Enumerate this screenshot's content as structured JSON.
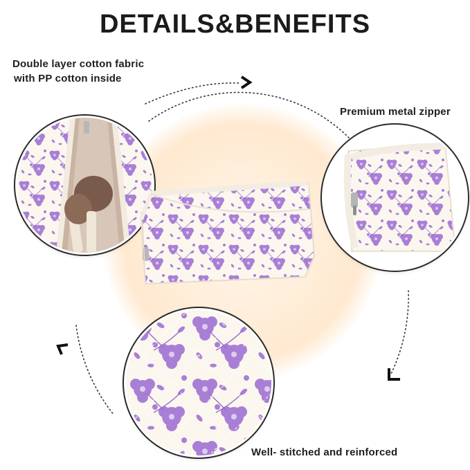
{
  "title": "DETAILS&BENEFITS",
  "captions": {
    "fabric_line1": "Double layer cotton fabric",
    "fabric_line2": "with PP cotton inside",
    "zipper": "Premium metal zipper",
    "stitched": "Well- stitched and reinforced"
  },
  "colors": {
    "background": "#ffffff",
    "floral_purple": "#a97fd6",
    "fabric_cream": "#fbf7ef",
    "glow": "#ffe9d0"
  },
  "icons": [
    "arrow-right-icon",
    "arrow-down-left-icon",
    "arrow-up-left-icon"
  ]
}
